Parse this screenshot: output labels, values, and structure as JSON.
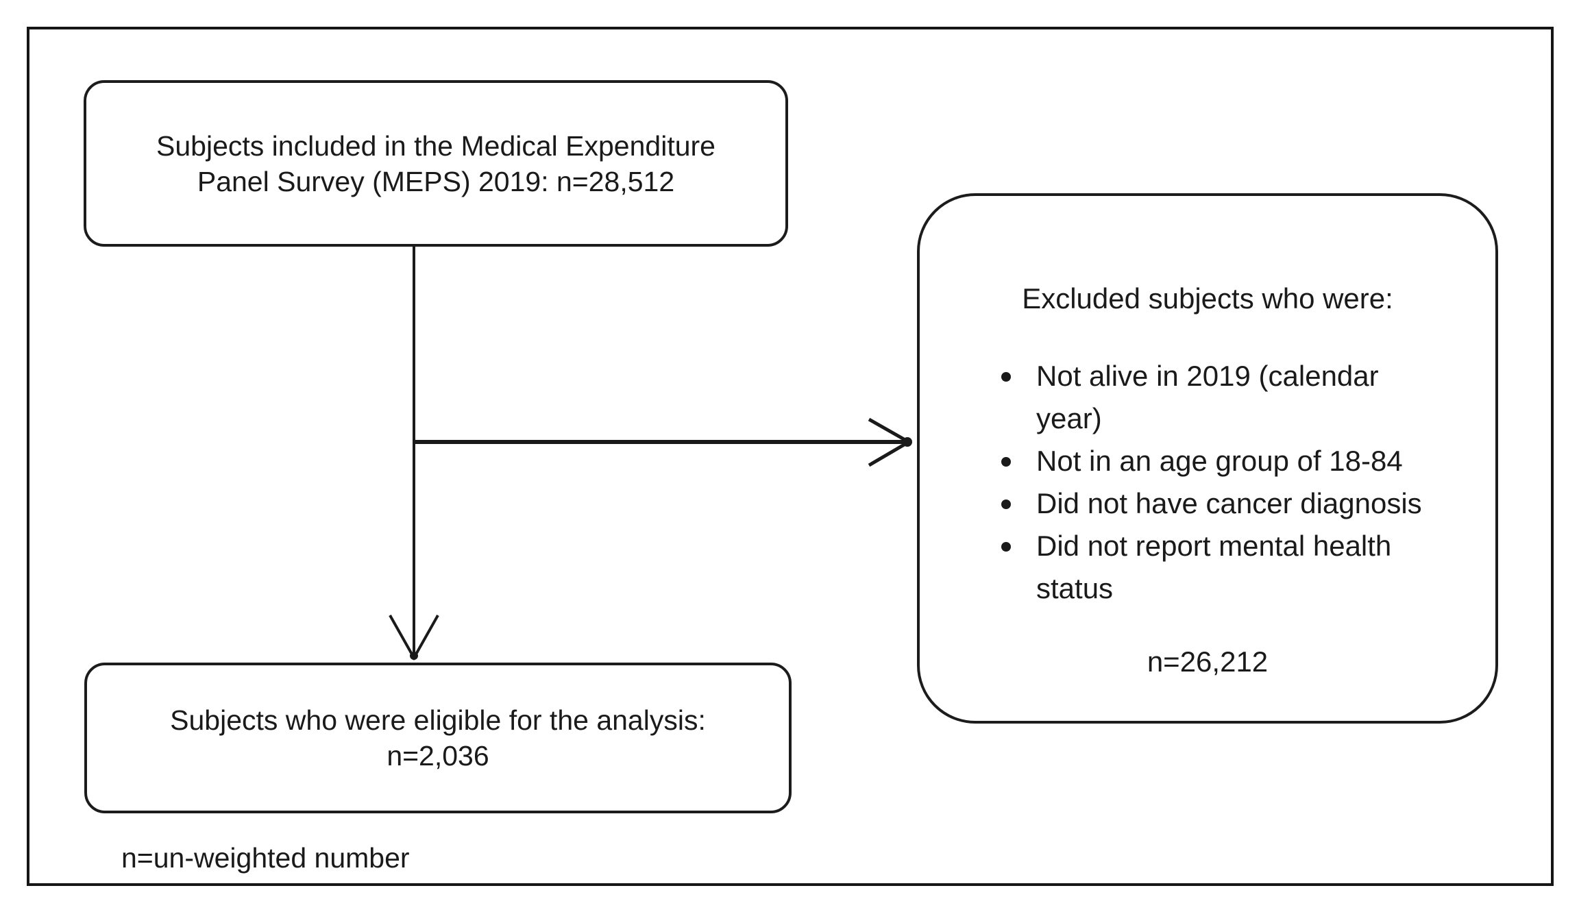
{
  "figure": {
    "boxes": {
      "included": {
        "lines": [
          "Subjects included in the Medical Expenditure",
          "Panel Survey (MEPS) 2019: n=28,512"
        ]
      },
      "excluded": {
        "heading": "Excluded subjects who were:",
        "bullets": [
          "Not alive in 2019 (calendar year)",
          "Not in an age group of 18-84",
          "Did not have cancer diagnosis",
          "Did not report mental health status"
        ],
        "count": "n=26,212"
      },
      "eligible": {
        "lines": [
          "Subjects who were eligible for the analysis:",
          "n=2,036"
        ]
      }
    },
    "footnote": "n=un-weighted number",
    "colors": {
      "ink": "#1a1a1a",
      "background": "#ffffff"
    }
  }
}
